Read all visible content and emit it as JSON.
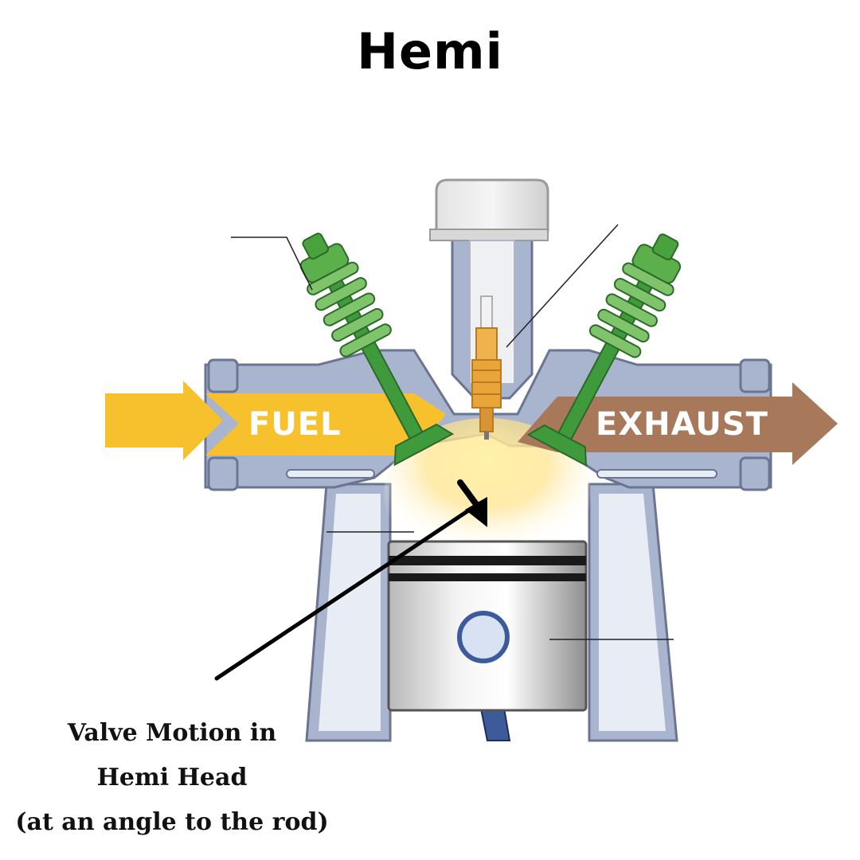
{
  "title": "Hemi",
  "labels": {
    "fuel": "FUEL",
    "exhaust": "EXHAUST"
  },
  "caption": {
    "line1": "Valve Motion in",
    "line2": "Hemi Head",
    "line3": "(at an angle to the rod)"
  },
  "colors": {
    "fuel": "#f7c12e",
    "exhaust": "#a8785a",
    "valve": "#3f9a3c",
    "block": "#a9b5cf",
    "spark_plug": "#e9a43a"
  }
}
